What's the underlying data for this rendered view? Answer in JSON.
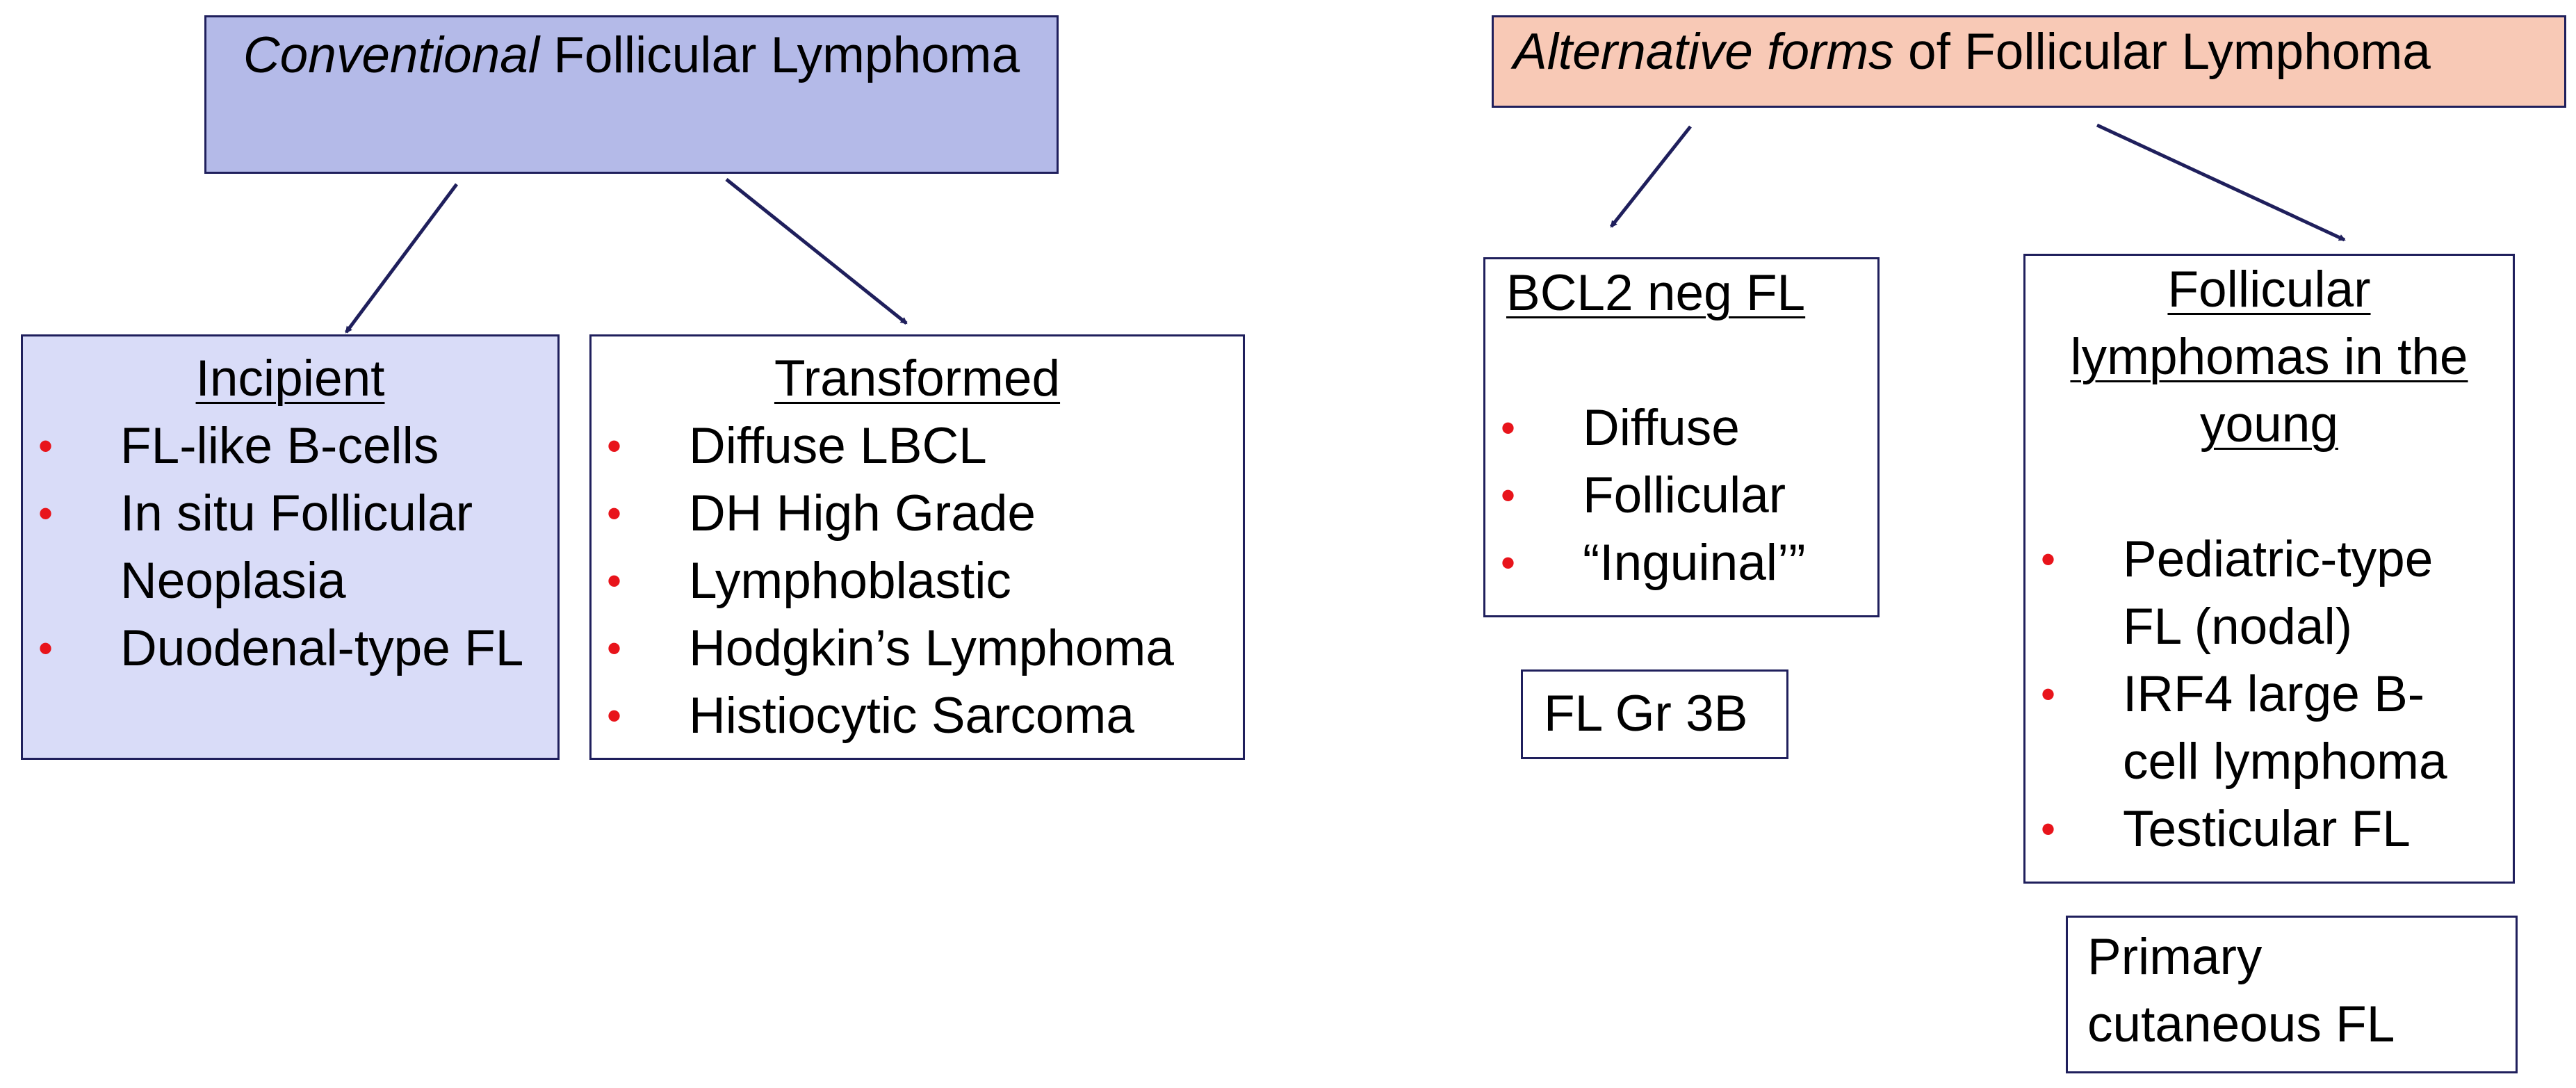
{
  "conventional": {
    "title_italic": "Conventional",
    "title_rest": " Follicular Lymphoma",
    "incipient": {
      "heading": "Incipient",
      "items": [
        "FL-like B-cells",
        "In situ Follicular Neoplasia",
        "Duodenal-type FL"
      ]
    },
    "transformed": {
      "heading": "Transformed",
      "items": [
        "Diffuse LBCL",
        "DH High Grade",
        "Lymphoblastic",
        "Hodgkin’s Lymphoma",
        "Histiocytic Sarcoma"
      ]
    }
  },
  "alternative": {
    "title_italic": "Alternative forms",
    "title_rest": " of Follicular Lymphoma",
    "bcl2": {
      "heading": "BCL2 neg FL",
      "items": [
        "Diffuse",
        "Follicular",
        "“Inguinal’”"
      ]
    },
    "fl_gr3b": {
      "label": "FL Gr 3B"
    },
    "young": {
      "heading": "Follicular lymphomas in the young",
      "items": [
        "Pediatric-type FL (nodal)",
        "IRF4 large B-cell lymphoma",
        "Testicular FL"
      ]
    },
    "primary_cutaneous": {
      "label": "Primary\ncutaneous FL"
    }
  },
  "colors": {
    "conventional_title_fill": "#b4bae8",
    "incipient_fill": "#d9dcf8",
    "alternative_title_fill": "#f8c9b6",
    "border": "#1f1f5c",
    "bullet": "#e8141b"
  }
}
